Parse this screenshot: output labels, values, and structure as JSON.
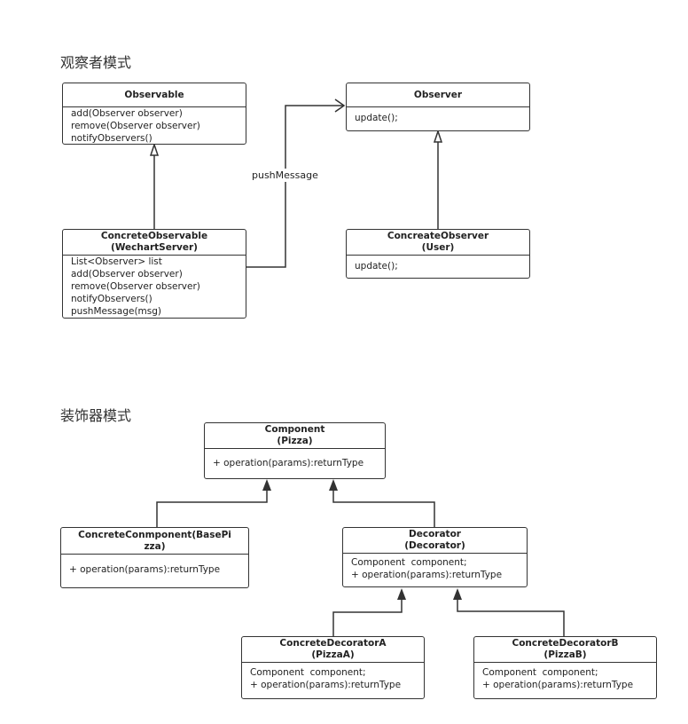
{
  "observer_pattern": {
    "title": "观察者模式",
    "observable": {
      "name": "Observable",
      "members": [
        "add(Observer observer)",
        "remove(Observer observer)",
        "notifyObservers()"
      ]
    },
    "observer": {
      "name": "Observer",
      "members": [
        "update();"
      ]
    },
    "concrete_observable": {
      "name": "ConcreteObservable",
      "alias": "(WechartServer)",
      "members": [
        "List<Observer> list",
        "add(Observer observer)",
        "remove(Observer observer)",
        "notifyObservers()",
        "pushMessage(msg)"
      ]
    },
    "concrete_observer": {
      "name": "ConcreateObserver",
      "alias": "(User)",
      "members": [
        "update();"
      ]
    },
    "association_label": "pushMessage"
  },
  "decorator_pattern": {
    "title": "装饰器模式",
    "component": {
      "name": "Component",
      "alias": "(Pizza)",
      "members": [
        "+ operation(params):returnType"
      ]
    },
    "concrete_component": {
      "name": "ConcreteConmponent(BasePi",
      "alias": "zza)",
      "members": [
        "+ operation(params):returnType"
      ]
    },
    "decorator": {
      "name": "Decorator",
      "alias": "(Decorator)",
      "members": [
        "Component  component;",
        "+ operation(params):returnType"
      ]
    },
    "decorator_a": {
      "name": "ConcreteDecoratorA",
      "alias": "(PizzaA)",
      "members": [
        "Component  component;",
        "+ operation(params):returnType"
      ]
    },
    "decorator_b": {
      "name": "ConcreteDecoratorB",
      "alias": "(PizzaB)",
      "members": [
        "Component  component;",
        "+ operation(params):returnType"
      ]
    }
  }
}
